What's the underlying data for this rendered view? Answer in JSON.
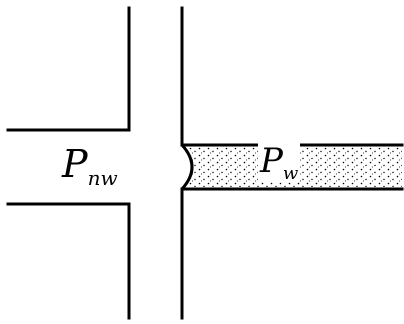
{
  "labels": {
    "nonwetting_pressure": {
      "symbol": "P",
      "subscript": "nw"
    },
    "wetting_pressure": {
      "symbol": "P",
      "subscript": "w"
    }
  },
  "colors": {
    "line": "#000000",
    "background": "#ffffff",
    "fill_dots": "#000000"
  }
}
